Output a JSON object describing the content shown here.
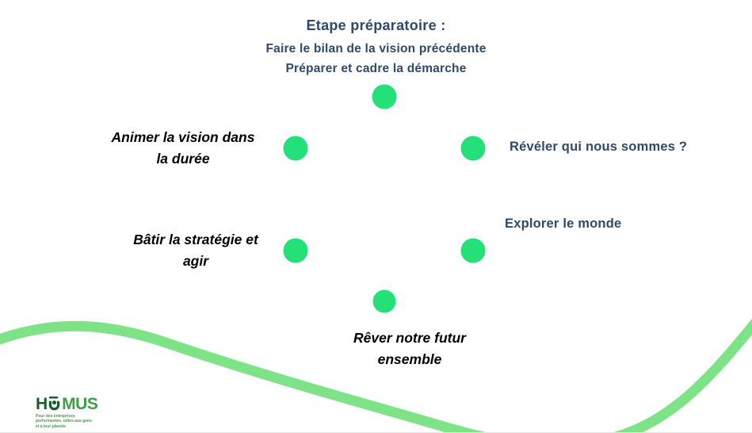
{
  "colors": {
    "navy_text": "#2e4a6b",
    "label_black": "#000000",
    "dot_green": "#23e078",
    "wave_green": "#7ee387",
    "logo_dark_green": "#175d2c",
    "logo_green": "#3e9e4a"
  },
  "steps": [
    {
      "key": "etape-preparatoire",
      "heading": "Etape préparatoire :",
      "lines": [
        "Faire le bilan de la vision précédente",
        "Préparer et cadre la démarche"
      ]
    },
    {
      "key": "reveler",
      "lines": [
        "Révéler qui nous sommes ?"
      ]
    },
    {
      "key": "explorer",
      "lines": [
        "Explorer le monde"
      ]
    },
    {
      "key": "rever",
      "lines": [
        "Rêver notre futur",
        "ensemble"
      ]
    },
    {
      "key": "batir",
      "lines": [
        "Bâtir la stratégie et",
        "agir"
      ]
    },
    {
      "key": "animer",
      "lines": [
        "Animer la vision dans",
        "la durée"
      ]
    }
  ],
  "logo": {
    "h": "H",
    "u": "Ü",
    "mus": "MUS",
    "tagline": [
      "Pour des entreprises",
      "performantes, utiles aux gens",
      "et à leur planète"
    ]
  }
}
